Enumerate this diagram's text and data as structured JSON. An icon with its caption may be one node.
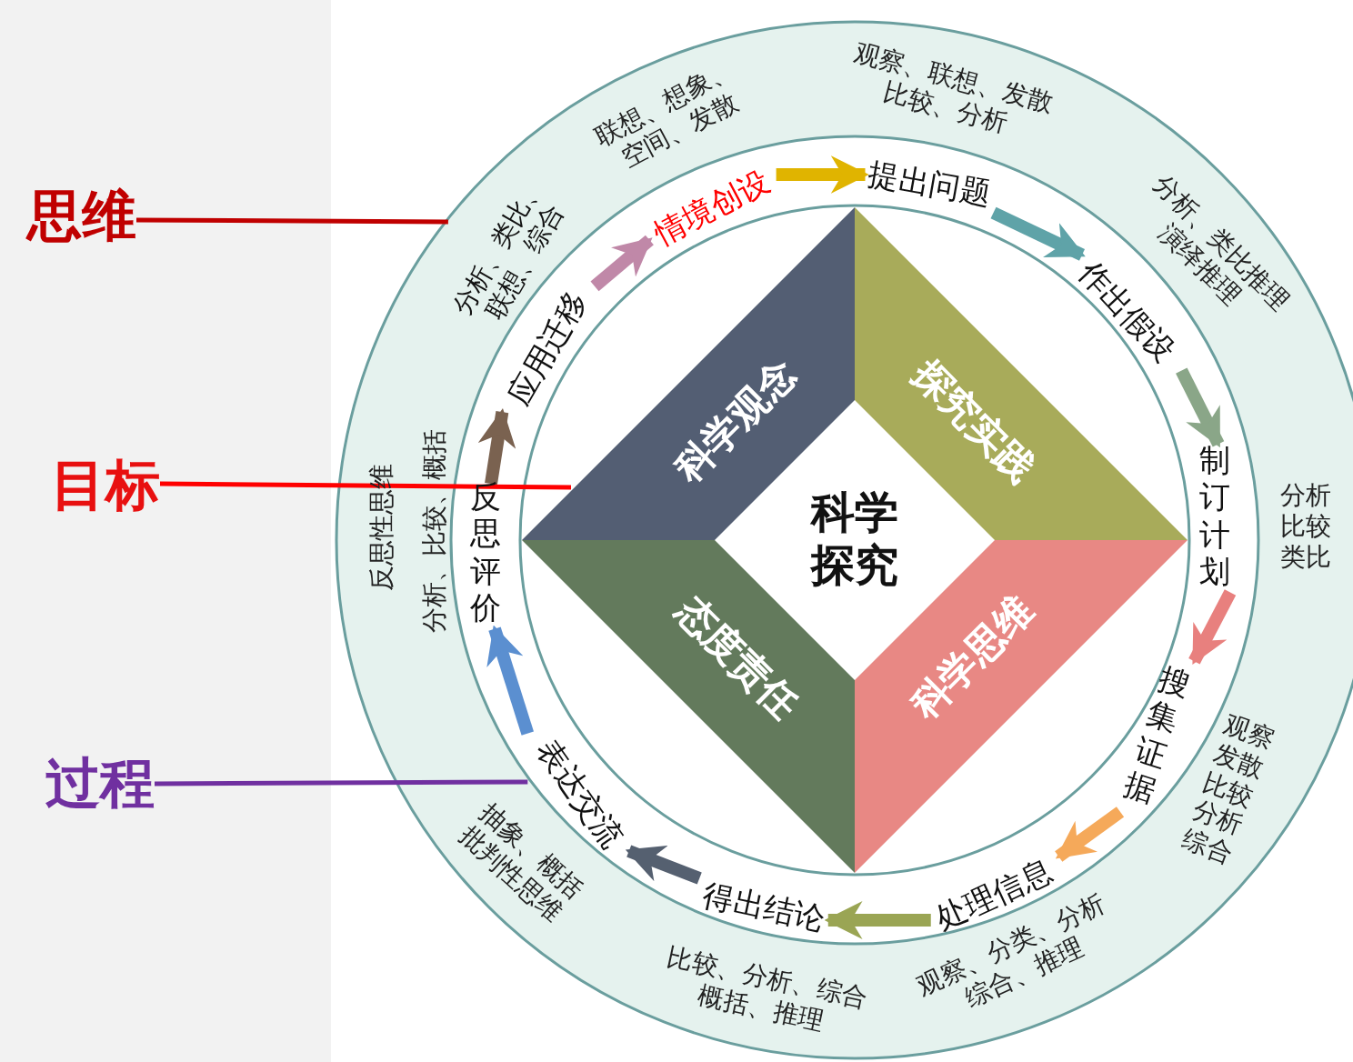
{
  "diagram": {
    "nodes": [
      {
        "text": [
          "科学探究"
        ]
      },
      {
        "text": [
          "科学观念"
        ]
      },
      {
        "text": [
          "探究实践"
        ]
      },
      {
        "text": [
          "科学思维"
        ]
      },
      {
        "text": [
          "态度责任"
        ]
      },
      {
        "text": [
          "情境创设"
        ]
      },
      {
        "text": [
          "提出问题"
        ]
      },
      {
        "text": [
          "作出假设"
        ]
      },
      {
        "text": [
          "制订计划"
        ]
      },
      {
        "text": [
          "搜集证据"
        ]
      },
      {
        "text": [
          "处理信息"
        ]
      },
      {
        "text": [
          "得出结论"
        ]
      },
      {
        "text": [
          "表达交流"
        ]
      },
      {
        "text": [
          "反思评价"
        ]
      },
      {
        "text": [
          "应用迁移"
        ]
      },
      {
        "text": [
          "思维"
        ]
      },
      {
        "text": [
          "目标"
        ]
      },
      {
        "text": [
          "过程"
        ]
      },
      {
        "text": [
          "分析、类比、联想、综合"
        ]
      }
    ],
    "edges": [
      {
        "from": 5,
        "to": 6,
        "arrow": "to",
        "color": "#e0b400"
      },
      {
        "from": 6,
        "to": 7,
        "arrow": "to",
        "color": "#5fa3a8"
      },
      {
        "from": 7,
        "to": 8,
        "arrow": "to",
        "color": "#8aa688"
      },
      {
        "from": 8,
        "to": 9,
        "arrow": "to",
        "color": "#e8807e"
      },
      {
        "from": 9,
        "to": 10,
        "arrow": "to",
        "color": "#f5a95a"
      },
      {
        "from": 10,
        "to": 11,
        "arrow": "to",
        "color": "#9aa554"
      },
      {
        "from": 11,
        "to": 12,
        "arrow": "to",
        "color": "#556070"
      },
      {
        "from": 12,
        "to": 13,
        "arrow": "to",
        "color": "#5b8fd0"
      },
      {
        "from": 13,
        "to": 14,
        "arrow": "to",
        "color": "#7a6250"
      },
      {
        "from": 14,
        "to": 5,
        "arrow": "to",
        "color": "#c088a8"
      },
      {
        "from": 15,
        "to": 18,
        "arrow": "none",
        "color": "#c00000"
      },
      {
        "from": 16,
        "to": 1,
        "arrow": "none",
        "color": "#ff0000"
      },
      {
        "from": 17,
        "to": 12,
        "arrow": "none",
        "color": "#7030a0"
      }
    ],
    "labels": [
      "联想、想象、空间、发散",
      "观察、联想、发散比较、分析",
      "分析、类比推理演绎推理",
      "分析比较类比",
      "观察发散比较分析综合",
      "观察、分类、分析综合、推理",
      "比较、分析、综合概括、推理",
      "抽象、概括批判性思维",
      "反思性思维",
      "分析、比较、概括"
    ]
  }
}
